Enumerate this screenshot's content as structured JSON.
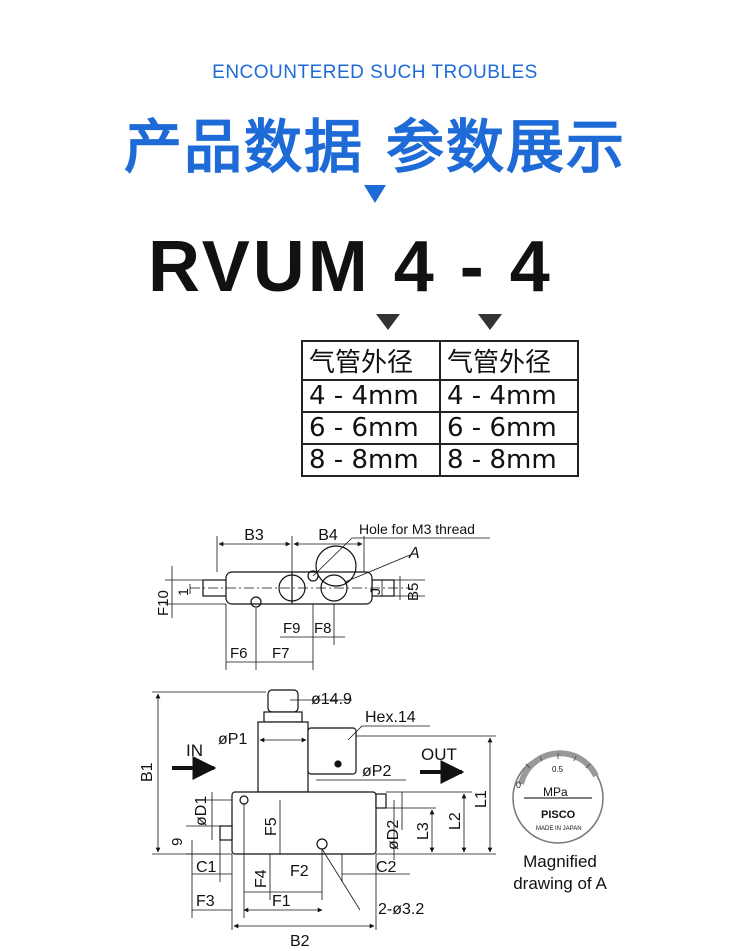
{
  "header": {
    "subtitle": "ENCOUNTERED SUCH TROUBLES",
    "headline_left": "产品数据",
    "headline_right": "参数展示"
  },
  "model": {
    "code": "RVUM 4 - 4"
  },
  "spec_table": {
    "columns": [
      {
        "header": "气管外径",
        "rows": [
          "4 - 4mm",
          "6 - 6mm",
          "8 - 8mm"
        ]
      },
      {
        "header": "气管外径",
        "rows": [
          "4 - 4mm",
          "6 - 6mm",
          "8 - 8mm"
        ]
      }
    ]
  },
  "top_view": {
    "dim_b3": "B3",
    "dim_b4": "B4",
    "hole_note": "Hole for M3 thread",
    "label_a": "A",
    "dim_f10": "F10",
    "dim_1": "1",
    "dim_j": "J",
    "dim_b5": "B5",
    "dim_f9": "F9",
    "dim_f8": "F8",
    "dim_f6": "F6",
    "dim_f7": "F7"
  },
  "front_view": {
    "dim_phi149": "ø14.9",
    "hex_note": "Hex.14",
    "in_label": "IN",
    "out_label": "OUT",
    "dim_p1": "øP1",
    "dim_p2": "øP2",
    "dim_b1": "B1",
    "dim_l1": "L1",
    "dim_l2": "L2",
    "dim_l3": "L3",
    "dim_d1": "øD1",
    "dim_d2": "øD2",
    "dim_f5": "F5",
    "dim_9": "9",
    "dim_c1": "C1",
    "dim_c2": "C2",
    "dim_f4": "F4",
    "dim_f2": "F2",
    "dim_f3": "F3",
    "dim_f1": "F1",
    "dim_b2": "B2",
    "hole_note": "2-ø3.2"
  },
  "gauge": {
    "scale_zero": "0",
    "scale_mid": "0.5",
    "unit": "MPa",
    "brand": "PISCO",
    "made_in": "MADE IN JAPAN",
    "caption_line1": "Magnified",
    "caption_line2": "drawing of A"
  },
  "colors": {
    "accent": "#1e6bd8",
    "ink": "#111111"
  }
}
